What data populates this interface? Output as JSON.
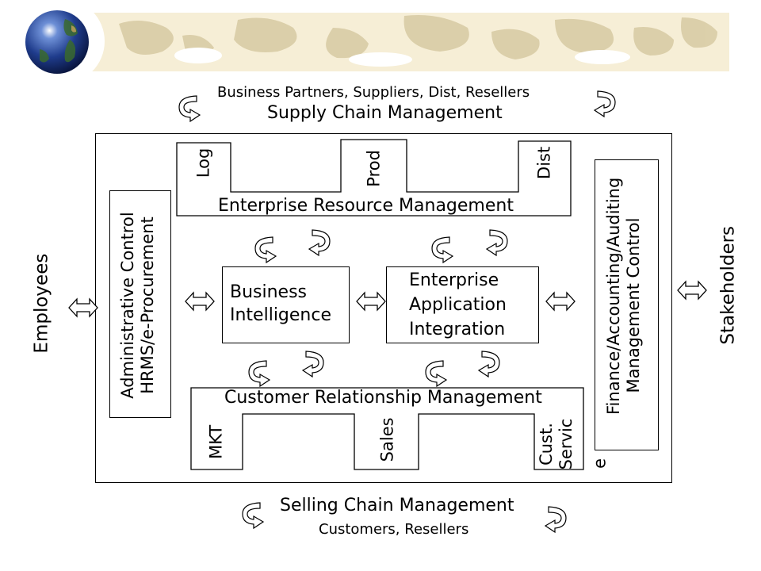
{
  "supply_chain": {
    "partners": "Business Partners, Suppliers, Dist, Resellers",
    "title": "Supply Chain Management"
  },
  "erm": {
    "title": "Enterprise Resource Management",
    "tabs": [
      "Log",
      "Prod",
      "Dist"
    ]
  },
  "crm": {
    "title": "Customer Relationship Management",
    "tabs": [
      "MKT",
      "Sales"
    ],
    "service_line1": "Cust.",
    "service_line2": "Servic",
    "service_overflow": "e"
  },
  "admin": {
    "line1": "Administrative Control",
    "line2": "HRMS/e-Procurement"
  },
  "finance": {
    "line1": "Finance/Accounting/Auditing",
    "line2": "Management Control"
  },
  "bi": {
    "line1": "Business",
    "line2": "Intelligence"
  },
  "eai": {
    "line1": "Enterprise",
    "line2": "Application",
    "line3": "Integration"
  },
  "employees": "Employees",
  "stakeholders": "Stakeholders",
  "selling_chain": {
    "title": "Selling Chain Management",
    "customers": "Customers, Resellers"
  },
  "colors": {
    "banner": "#f6eed6",
    "banner_map": "#d7c9a2",
    "globe_ocean": "#1f3c8c",
    "globe_land": "#3a6a2e"
  }
}
